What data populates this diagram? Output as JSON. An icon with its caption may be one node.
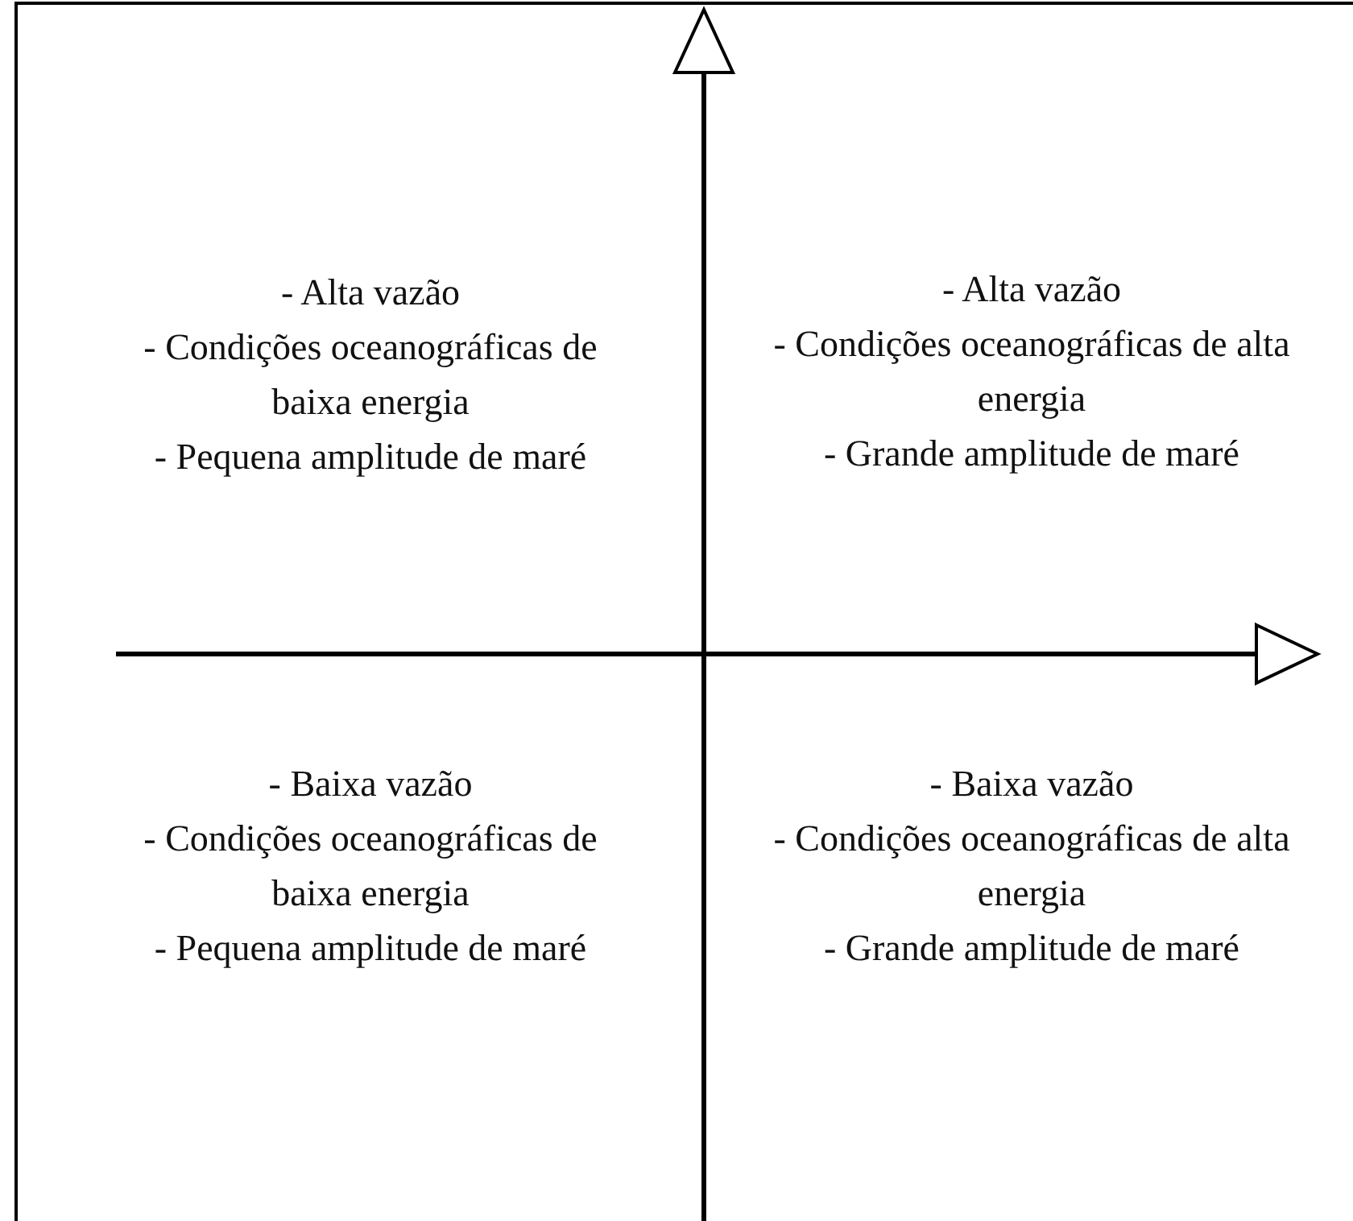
{
  "diagram": {
    "labels": [
      "- Alta vazão",
      "- Condições oceanográficas de baixa energia",
      "- Pequena amplitude de maré",
      "- Alta vazão",
      "- Condições oceanográficas de alta energia",
      "- Grande amplitude de maré",
      "- Baixa vazão",
      "- Condições oceanográficas de baixa energia",
      "- Pequena amplitude de maré",
      "- Baixa vazão",
      "- Condições oceanográficas de alta energia",
      "- Grande amplitude de maré"
    ]
  }
}
